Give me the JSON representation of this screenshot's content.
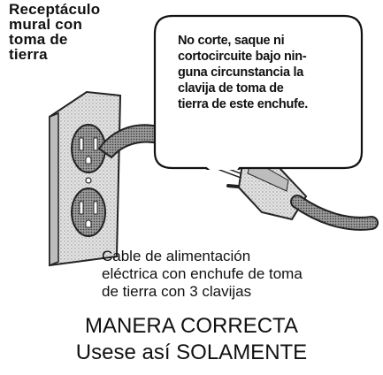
{
  "outlet_label": "Receptáculo\nmural con\ntoma de\ntierra",
  "warning": "No corte, saque ni\ncortocircuite bajo nin-\nguna circunstancia la\nclavija de toma de\ntierra de este enchufe.",
  "cable_label": "Cable de alimentación\neléctrica con enchufe de toma\nde tierra con 3 clavijas",
  "heading_line1": "MANERA CORRECTA",
  "heading_line2": "Usese así SOLAMENTE"
}
